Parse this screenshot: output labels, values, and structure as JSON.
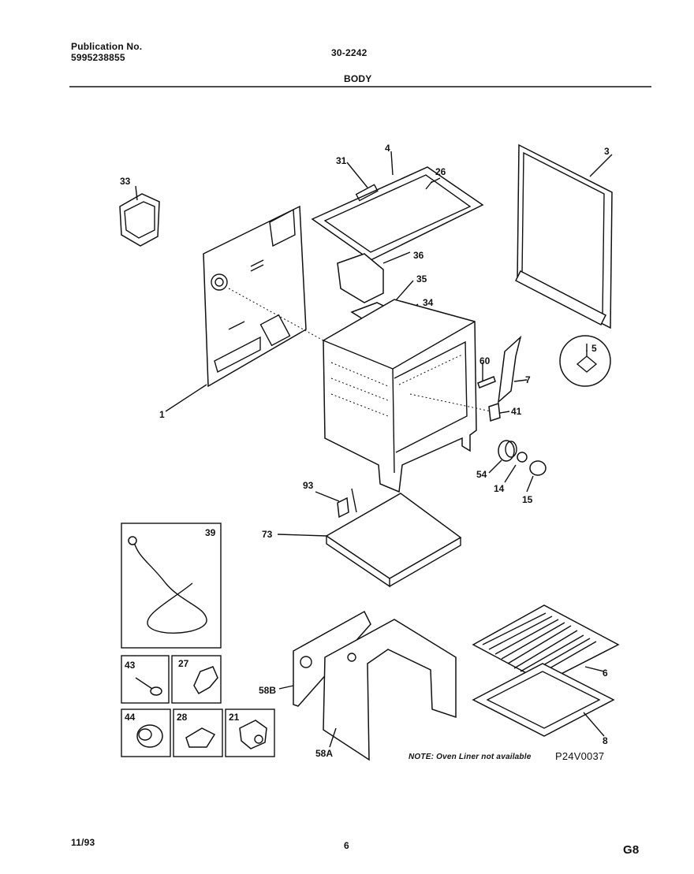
{
  "header": {
    "publication_label": "Publication No.",
    "publication_number": "5995238855",
    "model": "30-2242",
    "section": "BODY"
  },
  "footer": {
    "date": "11/93",
    "page": "6",
    "code": "G8"
  },
  "note": "NOTE: Oven Liner not available",
  "diagram_id": "P24V0037",
  "part_labels": {
    "p1": "1",
    "p3": "3",
    "p4": "4",
    "p5": "5",
    "p6": "6",
    "p7": "7",
    "p8": "8",
    "p14": "14",
    "p15": "15",
    "p21": "21",
    "p26": "26",
    "p27": "27",
    "p28": "28",
    "p31": "31",
    "p33": "33",
    "p34": "34",
    "p35": "35",
    "p36": "36",
    "p39": "39",
    "p41": "41",
    "p43": "43",
    "p44": "44",
    "p54": "54",
    "p58a": "58A",
    "p58b": "58B",
    "p60": "60",
    "p73": "73",
    "p93": "93"
  }
}
